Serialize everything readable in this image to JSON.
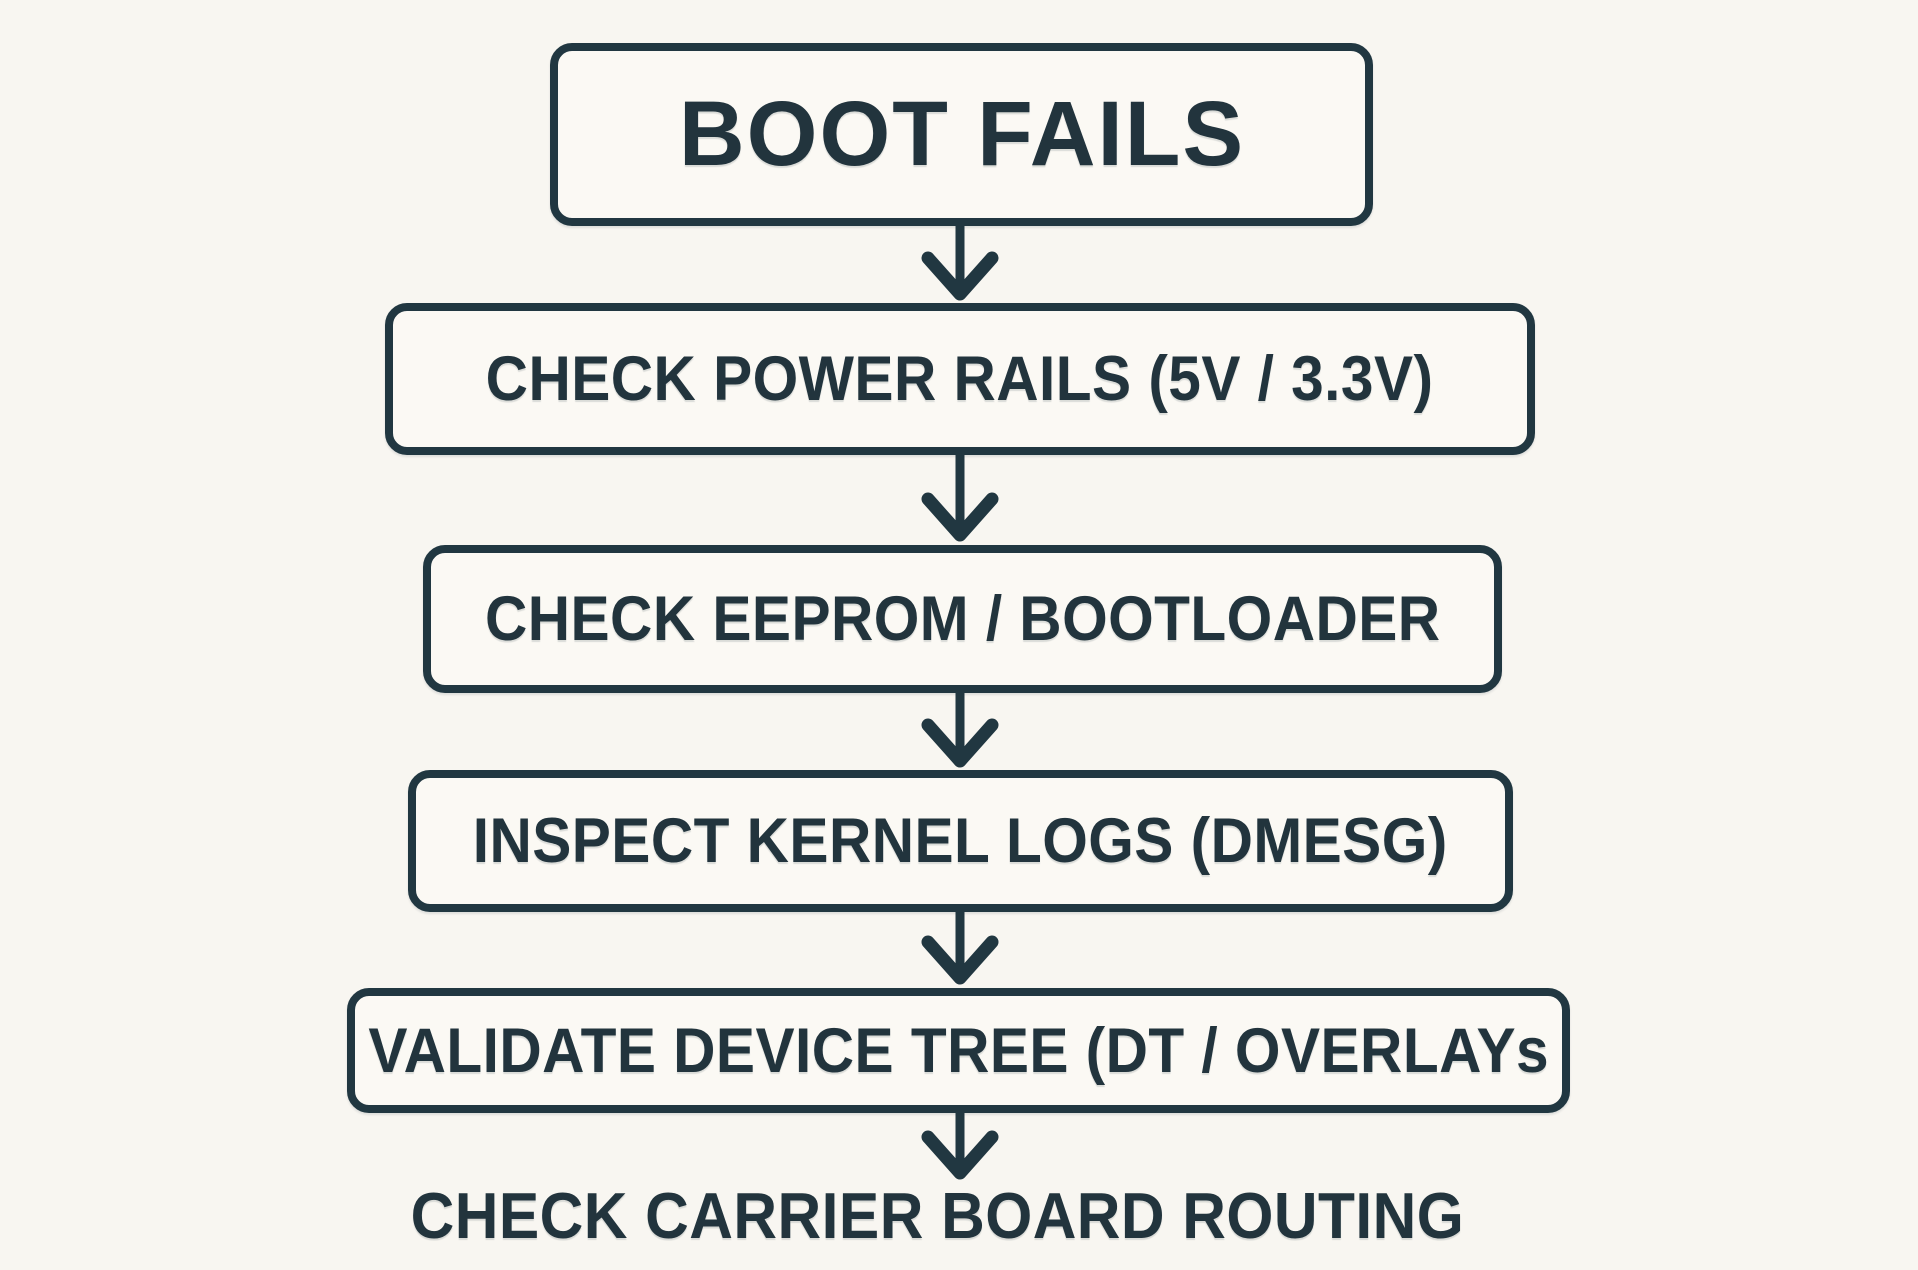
{
  "colors": {
    "background": "#f8f6f1",
    "box_background": "#fbf9f4",
    "line": "#213741",
    "text": "#22343d"
  },
  "flowchart": {
    "description": "Vertical troubleshooting flowchart; each node connects to the next with a downward arrow",
    "nodes": [
      {
        "id": "boot-fails",
        "label": "BOOT FAILS",
        "boxed": true
      },
      {
        "id": "check-power-rails",
        "label": "CHECK POWER RAILS (5V / 3.3V)",
        "boxed": true
      },
      {
        "id": "check-eeprom-bootloader",
        "label": "CHECK EEPROM / BOOTLOADER",
        "boxed": true
      },
      {
        "id": "inspect-kernel-logs",
        "label": "INSPECT KERNEL LOGS (DMESG)",
        "boxed": true
      },
      {
        "id": "validate-device-tree",
        "label": "VALIDATE DEVICE TREE (DT / OVERLAYs",
        "boxed": true
      },
      {
        "id": "check-carrier-board-routing",
        "label": "CHECK CARRIER BOARD ROUTING",
        "boxed": false
      }
    ],
    "edges": [
      [
        0,
        1
      ],
      [
        1,
        2
      ],
      [
        2,
        3
      ],
      [
        3,
        4
      ],
      [
        4,
        5
      ]
    ]
  }
}
